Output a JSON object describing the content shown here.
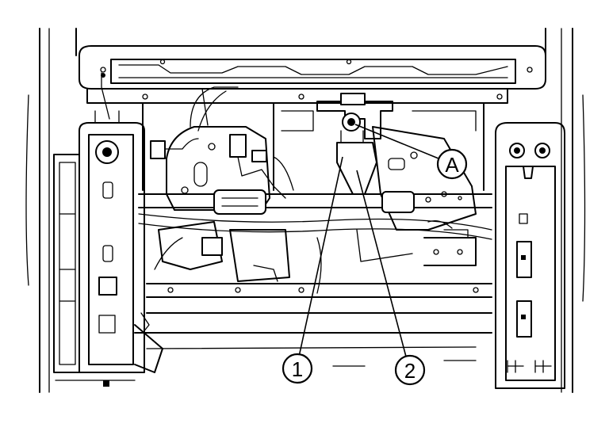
{
  "callouts": [
    {
      "id": "A",
      "label": "A"
    },
    {
      "id": "1",
      "label": "1"
    },
    {
      "id": "2",
      "label": "2"
    }
  ],
  "colors": {
    "line": "#000000",
    "background": "#ffffff"
  }
}
